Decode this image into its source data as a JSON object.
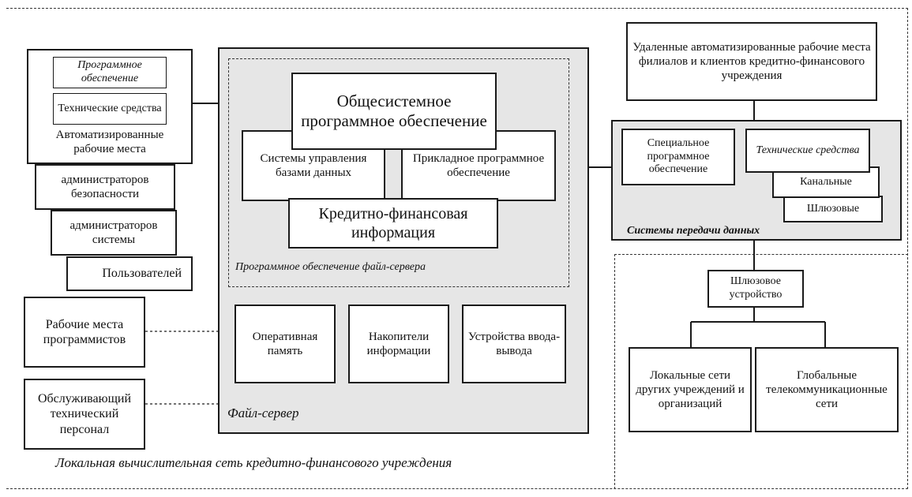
{
  "arm": {
    "software": "Программное обеспечение",
    "hardware": "Технические средства",
    "title": "Автоматизированные рабочие места",
    "admins_security": "администраторов безопасности",
    "admins_system": "администраторов системы",
    "users": "Пользователей"
  },
  "programmers": "Рабочие места программистов",
  "tech_staff": "Обслуживающий технический персонал",
  "fileserver": {
    "system_sw": "Общесистемное программное обеспечение",
    "dbms": "Системы управления базами данных",
    "app_sw": "Прикладное программное обеспечение",
    "fin_info": "Кредитно-финансовая информация",
    "sw_label": "Программное обеспечение файл-сервера",
    "ram": "Оперативная память",
    "storage": "Накопители информации",
    "io": "Устройства ввода-вывода",
    "label": "Файл-сервер"
  },
  "lan_label": "Локальная вычислительная сеть кредитно-финансового учреждения",
  "remote": "Удаленные автоматизированные рабочие места филиалов и клиентов кредитно-финансового учреждения",
  "transmission": {
    "special_sw": "Специальное программное обеспечение",
    "tech_means": "Технические средства",
    "channel": "Канальные",
    "gateway": "Шлюзовые",
    "label": "Системы передачи данных"
  },
  "gateway_device": "Шлюзовое устройство",
  "local_nets": "Локальные сети других учреждений и организаций",
  "global_nets": "Глобальные телекоммуникационные сети"
}
